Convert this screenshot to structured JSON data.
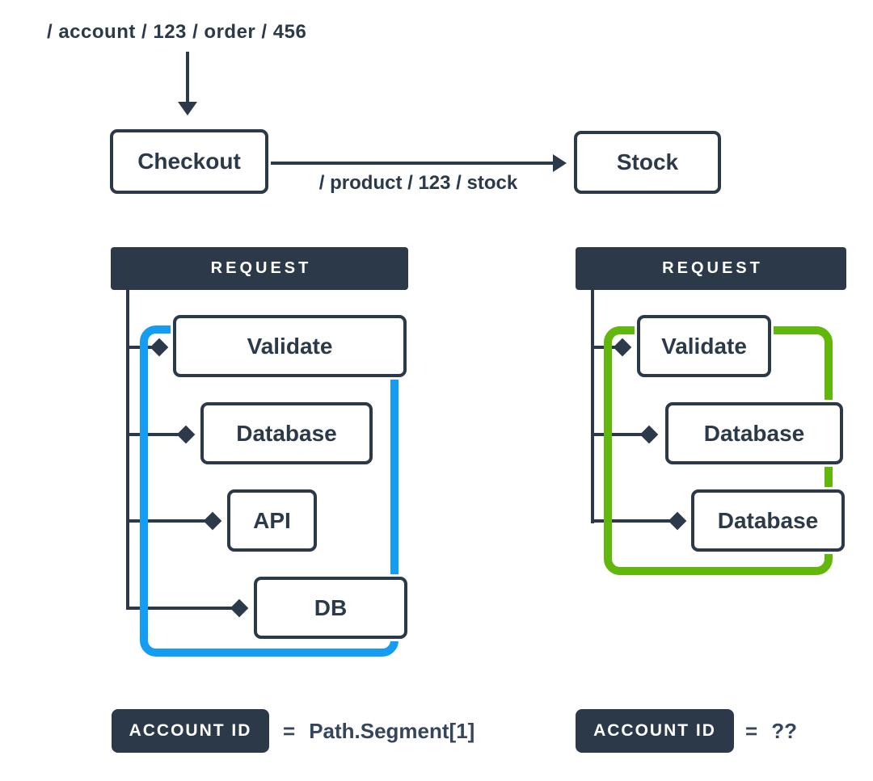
{
  "colors": {
    "ink": "#2b3948",
    "trace_blue": "#149df2",
    "trace_green": "#61b70b",
    "box_fill": "#ffffff",
    "value_text": "#35455c"
  },
  "flow": {
    "incoming_path": "/ account / 123 / order / 456",
    "checkout_label": "Checkout",
    "stock_label": "Stock",
    "outgoing_path": "/ product / 123 / stock"
  },
  "left_panel": {
    "header": "REQUEST",
    "spans": [
      "Validate",
      "Database",
      "API",
      "DB"
    ],
    "footer": {
      "badge": "ACCOUNT ID",
      "equals": "=",
      "value": "Path.Segment[1]"
    }
  },
  "right_panel": {
    "header": "REQUEST",
    "spans": [
      "Validate",
      "Database",
      "Database"
    ],
    "footer": {
      "badge": "ACCOUNT ID",
      "equals": "=",
      "value": "??"
    }
  }
}
